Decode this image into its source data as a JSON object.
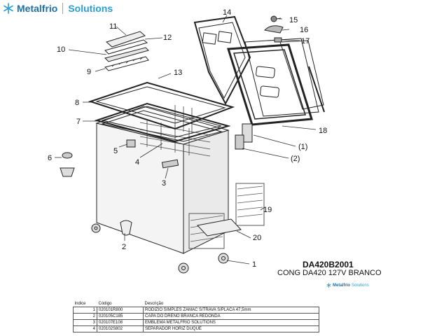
{
  "brand": {
    "name": "Metalfrio",
    "tagline": "Solutions"
  },
  "callouts": [
    "11",
    "12",
    "10",
    "9",
    "14",
    "15",
    "16",
    "17",
    "13",
    "8",
    "7",
    "6",
    "5",
    "4",
    "3",
    "18",
    "(1)",
    "(2)",
    "19",
    "2",
    "20",
    "1"
  ],
  "model": {
    "code": "DA420B2001",
    "description": "CONG DA420 127V BRANCO"
  },
  "table": {
    "headers": [
      "Indice",
      "Código",
      "Descrição"
    ],
    "rows": [
      {
        "idx": "1",
        "code": "020101R800",
        "desc": "RODIZIO SIMPLES ZAMAC S/TRAVA S/PLACA 47,5mm"
      },
      {
        "idx": "2",
        "code": "020105C185",
        "desc": "CAPA DO DRENO BRANCA REDONDA"
      },
      {
        "idx": "3",
        "code": "020107E108",
        "desc": "EMBLEMA METALFRIO SOLUTIONS"
      },
      {
        "idx": "4",
        "code": "020102S802",
        "desc": "SEPARADOR HORIZ DUQUE"
      }
    ]
  },
  "colors": {
    "brand_blue": "#1e6fa8",
    "brand_light": "#2a9fd0"
  }
}
